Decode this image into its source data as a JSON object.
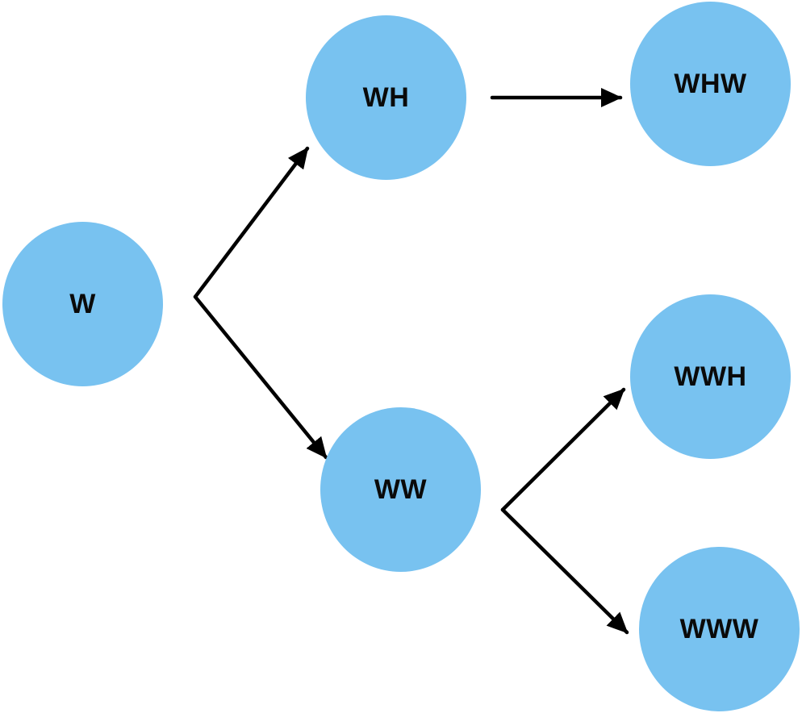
{
  "diagram": {
    "node_color": "#78c2f0",
    "edge_color": "#000000",
    "nodes": {
      "w": {
        "label": "W"
      },
      "wh": {
        "label": "WH"
      },
      "ww": {
        "label": "WW"
      },
      "whw": {
        "label": "WHW"
      },
      "wwh": {
        "label": "WWH"
      },
      "www": {
        "label": "WWW"
      }
    },
    "edges": [
      {
        "from": "W",
        "to": "WH"
      },
      {
        "from": "W",
        "to": "WW"
      },
      {
        "from": "WH",
        "to": "WHW"
      },
      {
        "from": "WW",
        "to": "WWH"
      },
      {
        "from": "WW",
        "to": "WWW"
      }
    ]
  }
}
